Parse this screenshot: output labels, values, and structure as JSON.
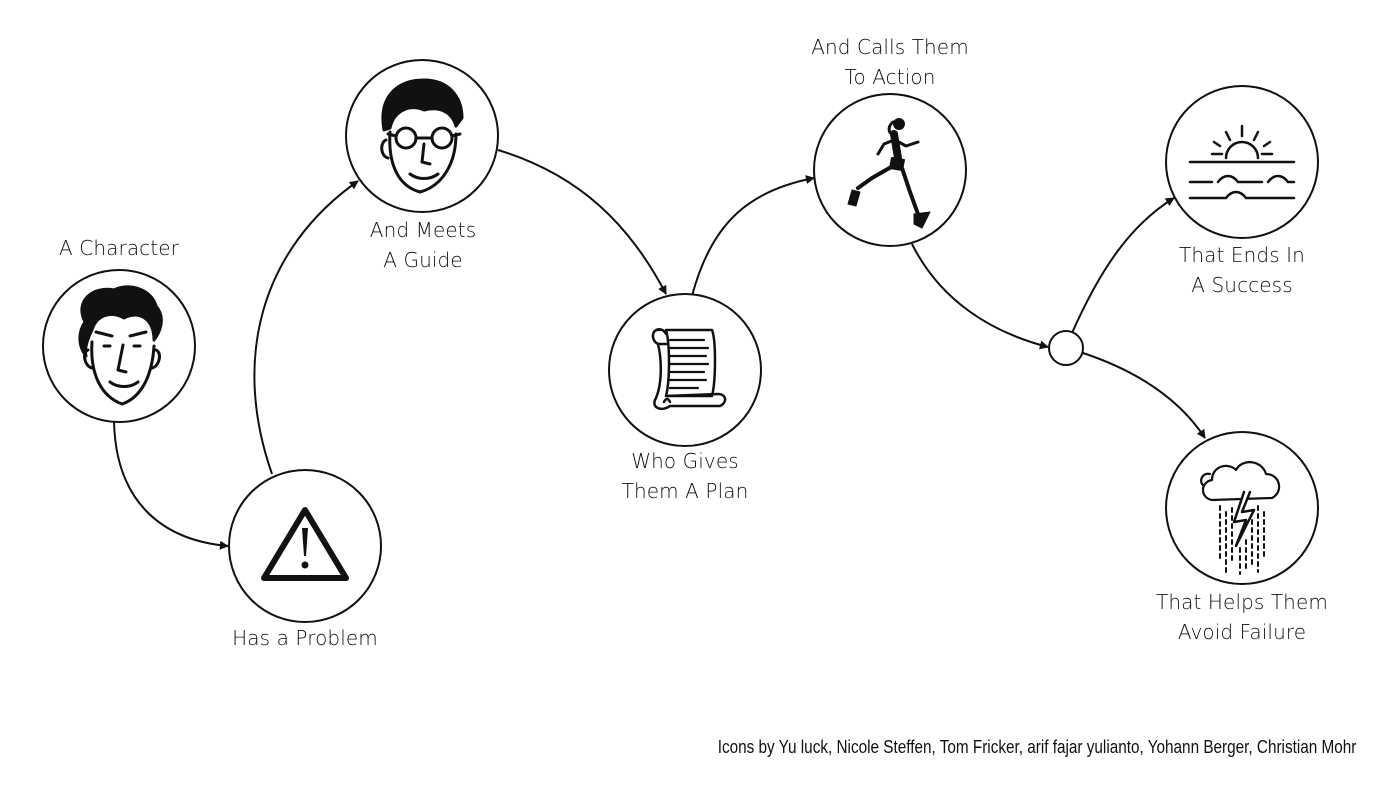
{
  "diagram": {
    "nodes": [
      {
        "id": "character",
        "label_lines": [
          "A Character"
        ],
        "icon": "face-icon"
      },
      {
        "id": "problem",
        "label_lines": [
          "Has a Problem"
        ],
        "icon": "warning-icon"
      },
      {
        "id": "guide",
        "label_lines": [
          "And Meets",
          "A Guide"
        ],
        "icon": "glasses-face-icon"
      },
      {
        "id": "plan",
        "label_lines": [
          "Who Gives",
          "Them A Plan"
        ],
        "icon": "scroll-icon"
      },
      {
        "id": "action",
        "label_lines": [
          "And Calls Them",
          "To Action"
        ],
        "icon": "runner-icon"
      },
      {
        "id": "branch",
        "label_lines": [],
        "icon": ""
      },
      {
        "id": "success",
        "label_lines": [
          "That Ends In",
          "A Success"
        ],
        "icon": "sunrise-icon"
      },
      {
        "id": "failure",
        "label_lines": [
          "That Helps Them",
          "Avoid Failure"
        ],
        "icon": "storm-cloud-icon"
      }
    ],
    "edges": [
      {
        "from": "character",
        "to": "problem"
      },
      {
        "from": "problem",
        "to": "guide"
      },
      {
        "from": "guide",
        "to": "plan"
      },
      {
        "from": "plan",
        "to": "action"
      },
      {
        "from": "action",
        "to": "branch"
      },
      {
        "from": "branch",
        "to": "success"
      },
      {
        "from": "branch",
        "to": "failure"
      }
    ],
    "credits": "Icons by Yu luck, Nicole Steffen,  Tom Fricker,  arif fajar yulianto,  Yohann Berger, Christian Mohr"
  }
}
